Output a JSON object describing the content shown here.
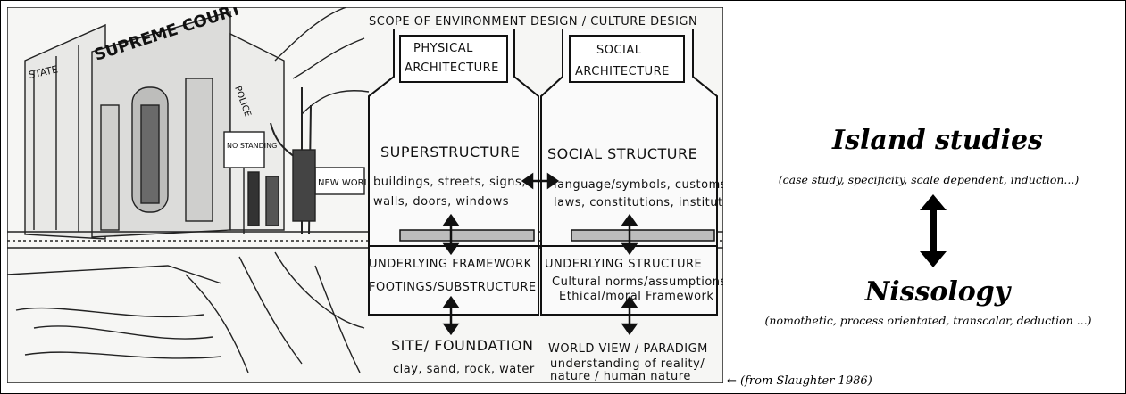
{
  "sketch": {
    "header": "SCOPE OF ENVIRONMENT DESIGN / CULTURE DESIGN",
    "signs": {
      "supreme_court": "SUPREME COURT",
      "state": "STATE",
      "no_standing": "NO STANDING",
      "new_world": "NEW WORLD",
      "police": "POLICE"
    },
    "physical_column": {
      "title_line1": "PHYSICAL",
      "title_line2": "ARCHITECTURE",
      "superstructure": "SUPERSTRUCTURE",
      "super_desc_line1": "buildings, streets, signs,",
      "super_desc_line2": "walls, doors, windows",
      "framework": "UNDERLYING FRAMEWORK",
      "framework_desc": "FOOTINGS/SUBSTRUCTURE",
      "foundation": "SITE/ FOUNDATION",
      "foundation_desc": "clay, sand, rock, water"
    },
    "social_column": {
      "title_line1": "SOCIAL",
      "title_line2": "ARCHITECTURE",
      "structure": "SOCIAL STRUCTURE",
      "structure_desc_line1": "language/symbols, customs",
      "structure_desc_line2": "laws, constitutions, institutions",
      "underlying": "UNDERLYING STRUCTURE",
      "underlying_desc_line1": "Cultural norms/assumptions",
      "underlying_desc_line2": "Ethical/moral Framework",
      "paradigm": "WORLD VIEW / PARADIGM",
      "paradigm_desc_line1": "understanding of reality/",
      "paradigm_desc_line2": "nature / human nature"
    }
  },
  "right_panel": {
    "top_title": "Island studies",
    "top_subtitle": "(case study, specificity, scale dependent, induction...)",
    "bottom_title": "Nissology",
    "bottom_subtitle": "(nomothetic, process orientated, transcalar, deduction ...)",
    "credit": "← (from Slaughter 1986)"
  }
}
